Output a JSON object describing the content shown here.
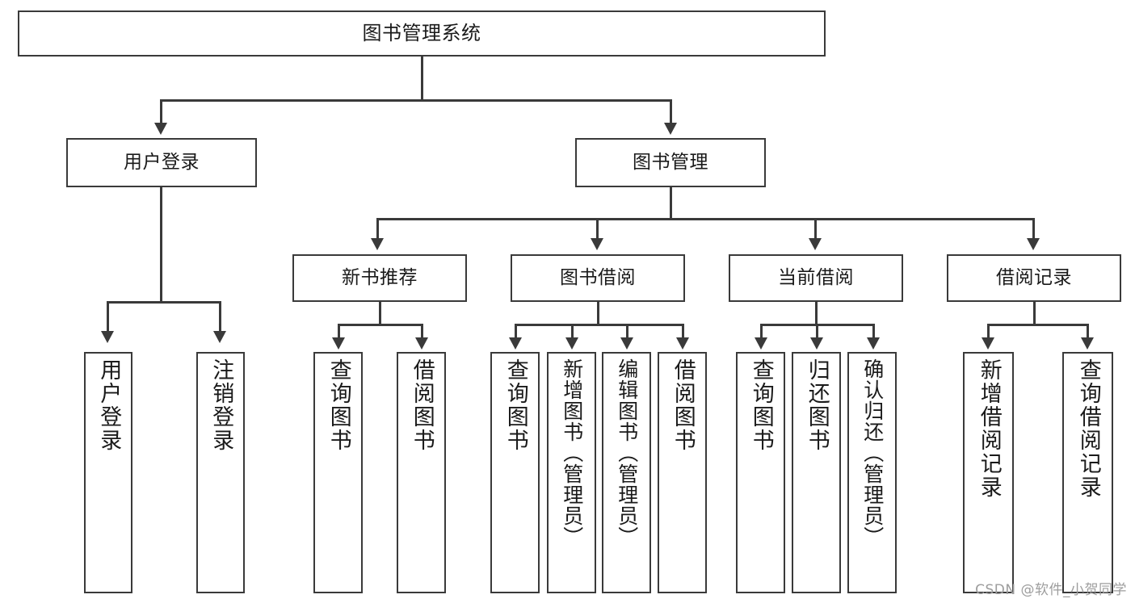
{
  "diagram": {
    "type": "tree-hierarchy",
    "title_node": {
      "label": "图书管理系统"
    },
    "level1": [
      {
        "label": "用户登录"
      },
      {
        "label": "图书管理"
      }
    ],
    "level2": [
      {
        "label": "新书推荐"
      },
      {
        "label": "图书借阅"
      },
      {
        "label": "当前借阅"
      },
      {
        "label": "借阅记录"
      }
    ],
    "leaves": {
      "user_login": [
        {
          "label": "用户登录"
        },
        {
          "label": "注销登录"
        }
      ],
      "new_book_recommend": [
        {
          "label": "查询图书"
        },
        {
          "label": "借阅图书"
        }
      ],
      "book_borrow": [
        {
          "label": "查询图书"
        },
        {
          "label": "新增图书（管理员）"
        },
        {
          "label": "编辑图书（管理员）"
        },
        {
          "label": "借阅图书"
        }
      ],
      "current_borrow": [
        {
          "label": "查询图书"
        },
        {
          "label": "归还图书"
        },
        {
          "label": "确认归还（管理员）"
        }
      ],
      "borrow_record": [
        {
          "label": "新增借阅记录"
        },
        {
          "label": "查询借阅记录"
        }
      ]
    }
  },
  "watermark": {
    "text": "CSDN @软件_小贺同学"
  },
  "colors": {
    "stroke": "#3a3a3a",
    "fill": "#ffffff",
    "text": "#1a1a1a",
    "watermark": "#9d9d9d"
  }
}
